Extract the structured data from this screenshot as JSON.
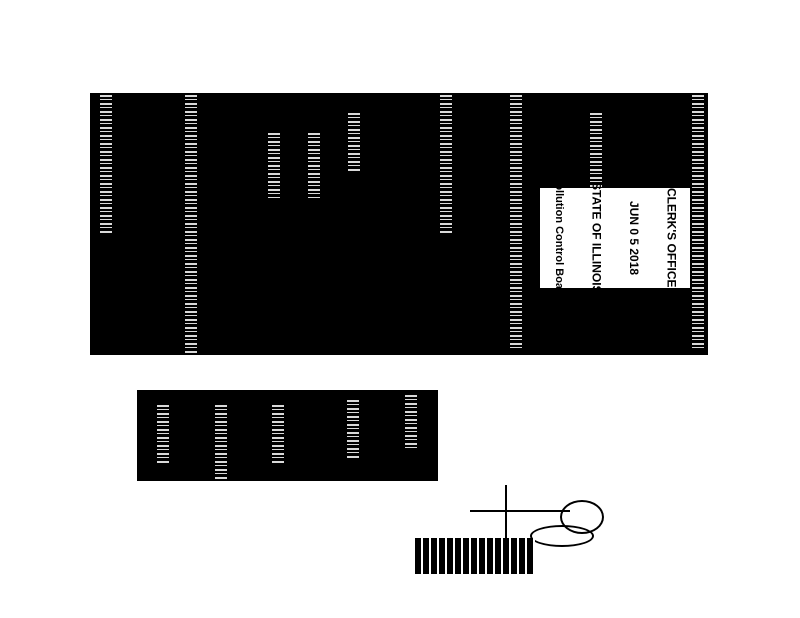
{
  "stamp": {
    "line1": "CLERK'S OFFICE",
    "line2": "JUN 0 5 2018",
    "line3": "STATE OF ILLINOIS",
    "line4": "Pollution Control Board"
  }
}
